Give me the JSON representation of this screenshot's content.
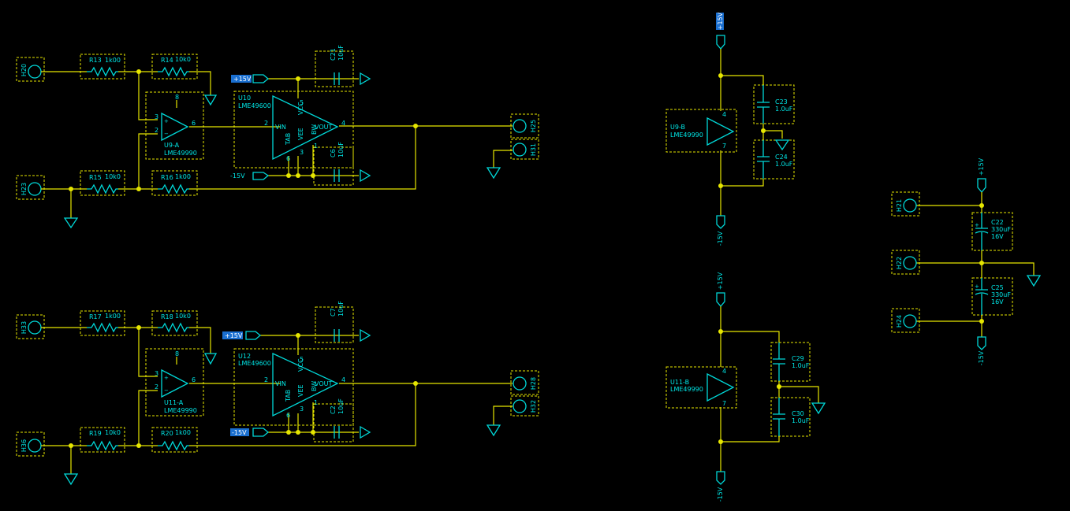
{
  "colors": {
    "background": "#000000",
    "wire": "#e6e600",
    "component": "#00d8d8",
    "power_label_bg": "#1a6fd0"
  },
  "power": {
    "p15": "+15V",
    "n15": "-15V"
  },
  "ch1": {
    "in_a": "H20",
    "in_b": "H23",
    "out_a": "H25",
    "out_b": "H31",
    "r_in_a": {
      "ref": "R13",
      "val": "1k00"
    },
    "r_fb_a": {
      "ref": "R14",
      "val": "10k0"
    },
    "r_in_b": {
      "ref": "R15",
      "val": "10k0"
    },
    "r_fb_b": {
      "ref": "R16",
      "val": "1k00"
    },
    "opamp": {
      "ref": "U9-A",
      "part": "LME49990",
      "p_plus": "3",
      "p_minus": "2",
      "p_out": "6",
      "p_supply": "8"
    },
    "buffer": {
      "ref": "U10",
      "part": "LME49600",
      "p_vin": "2",
      "p_vout": "4",
      "p_vcc": "5",
      "p_vee": "3",
      "p_tab": "6",
      "p_bw": "1",
      "l_vin": "VIN",
      "l_vout": "VOUT",
      "l_vcc": "VCC",
      "l_vee": "VEE",
      "l_tab": "TAB",
      "l_bw": "BW"
    },
    "c_top": {
      "ref": "C21",
      "val": "10uF"
    },
    "c_bot": {
      "ref": "C6",
      "val": "10uF"
    }
  },
  "ch2": {
    "in_a": "H33",
    "in_b": "H36",
    "out_a": "H28",
    "out_b": "H32",
    "r_in_a": {
      "ref": "R17",
      "val": "1k00"
    },
    "r_fb_a": {
      "ref": "R18",
      "val": "10k0"
    },
    "r_in_b": {
      "ref": "R19",
      "val": "10k0"
    },
    "r_fb_b": {
      "ref": "R20",
      "val": "1k00"
    },
    "opamp": {
      "ref": "U11-A",
      "part": "LME49990",
      "p_plus": "3",
      "p_minus": "2",
      "p_out": "6",
      "p_supply": "8"
    },
    "buffer": {
      "ref": "U12",
      "part": "LME49600",
      "p_vin": "2",
      "p_vout": "4",
      "p_vcc": "5",
      "p_vee": "3",
      "p_tab": "6",
      "p_bw": "1",
      "l_vin": "VIN",
      "l_vout": "VOUT",
      "l_vcc": "VCC",
      "l_vee": "VEE",
      "l_tab": "TAB",
      "l_bw": "BW"
    },
    "c_top": {
      "ref": "C7",
      "val": "10uF"
    },
    "c_bot": {
      "ref": "C2",
      "val": "10uF"
    }
  },
  "dec1": {
    "opamp_ref": "U9-B",
    "opamp_part": "LME49990",
    "p_top": "4",
    "p_bot": "7",
    "c_a": {
      "ref": "C23",
      "val": "1.0uF"
    },
    "c_b": {
      "ref": "C24",
      "val": "1.0uF"
    }
  },
  "dec2": {
    "opamp_ref": "U11-B",
    "opamp_part": "LME49990",
    "p_top": "4",
    "p_bot": "7",
    "c_a": {
      "ref": "C29",
      "val": "1.0uF"
    },
    "c_b": {
      "ref": "C30",
      "val": "1.0uF"
    }
  },
  "psu": {
    "h_top": "H21",
    "h_mid": "H22",
    "h_bot": "H24",
    "c_a": {
      "ref": "C22",
      "val": "330uF",
      "volt": "16V"
    },
    "c_b": {
      "ref": "C25",
      "val": "330uF",
      "volt": "16V"
    }
  }
}
